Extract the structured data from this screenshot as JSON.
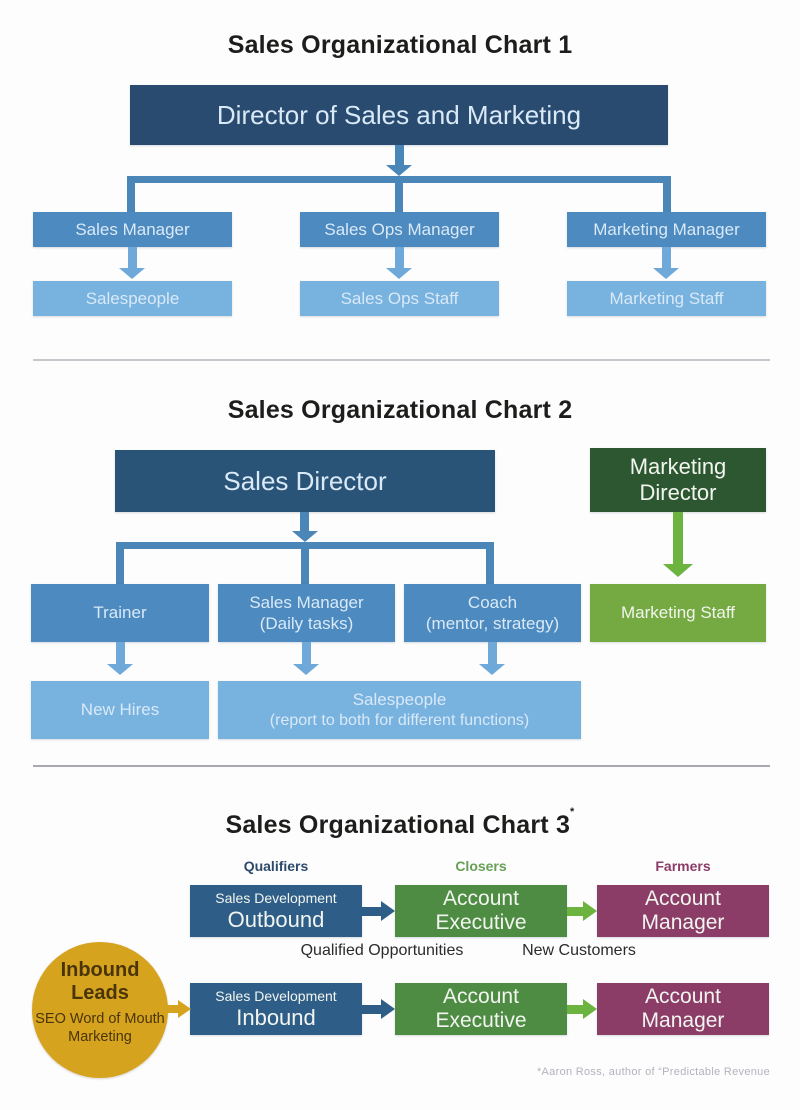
{
  "palette": {
    "ink": "#1d1d1b",
    "navy1": "#2a4b70",
    "navy2": "#2a5477",
    "navy3": "#2e5e88",
    "steel": "#4a86b8",
    "blue": "#4d8abf",
    "blue-light": "#78b2df",
    "arrow-blue": "#6fa9da",
    "green-dark": "#2d5731",
    "green": "#74aa41",
    "green-arrow": "#6cb33f",
    "green-mid": "#4e8c44",
    "purple": "#8b3d68",
    "gold": "#d6a31f",
    "gold-text": "#4a3508",
    "divider": "#c9c7ce",
    "divider2": "#a9a7af",
    "footnote": "#b4b2bc",
    "midtext": "#2b2b2b",
    "label-navy": "#2d4a6b",
    "label-green": "#68a055",
    "label-purple": "#8b3d68",
    "box-text-blue": "#d9e9f7",
    "box-text-white": "#f2f5ef"
  },
  "chart1": {
    "title": "Sales Organizational Chart 1",
    "root": "Director of Sales and Marketing",
    "managers": [
      "Sales Manager",
      "Sales Ops Manager",
      "Marketing Manager"
    ],
    "staff": [
      "Salespeople",
      "Sales Ops Staff",
      "Marketing Staff"
    ]
  },
  "chart2": {
    "title": "Sales Organizational Chart 2",
    "root": "Sales Director",
    "marketing_director": {
      "line1": "Marketing",
      "line2": "Director"
    },
    "row1": {
      "trainer": "Trainer",
      "sales_manager": {
        "line1": "Sales Manager",
        "line2": "(Daily tasks)"
      },
      "coach": {
        "line1": "Coach",
        "line2": "(mentor, strategy)"
      },
      "marketing_staff": "Marketing Staff"
    },
    "row2": {
      "new_hires": "New Hires",
      "salespeople": {
        "line1": "Salespeople",
        "line2": "(report to both for different functions)"
      }
    }
  },
  "chart3": {
    "title": "Sales Organizational Chart 3",
    "title_sup": "*",
    "columns": [
      "Qualifiers",
      "Closers",
      "Farmers"
    ],
    "row1": {
      "qualifier": {
        "line1": "Sales Development",
        "line2": "Outbound"
      },
      "closer": {
        "line1": "Account",
        "line2": "Executive"
      },
      "farmer": {
        "line1": "Account",
        "line2": "Manager"
      }
    },
    "flow_labels": {
      "qualified": {
        "line1": "Qualified",
        "line2": "Opportunities"
      },
      "new_customers": {
        "line1": "New",
        "line2": "Customers"
      }
    },
    "row2": {
      "qualifier": {
        "line1": "Sales Development",
        "line2": "Inbound"
      },
      "closer": {
        "line1": "Account",
        "line2": "Executive"
      },
      "farmer": {
        "line1": "Account",
        "line2": "Manager"
      }
    },
    "inbound_circle": {
      "line1": "Inbound",
      "line2": "Leads",
      "items": [
        "SEO",
        "Word of Mouth",
        "Marketing"
      ]
    },
    "footnote": "*Aaron Ross, author of “Predictable Revenue"
  }
}
